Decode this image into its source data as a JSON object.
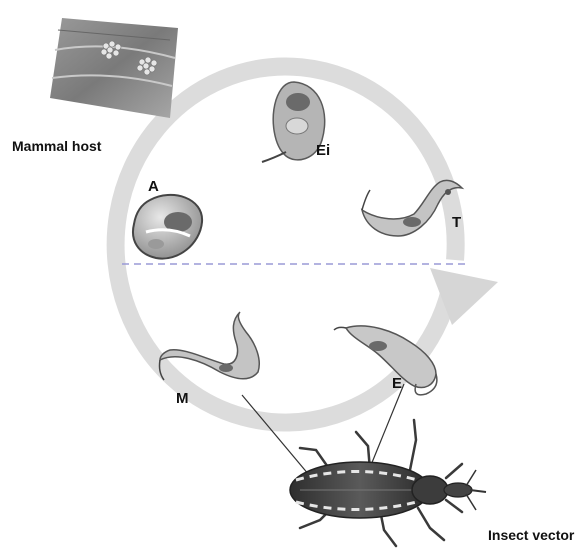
{
  "labels": {
    "mammal_host": "Mammal host",
    "insect_vector": "Insect vector",
    "stage_ei": "Ei",
    "stage_a": "A",
    "stage_t": "T",
    "stage_m": "M",
    "stage_e": "E"
  },
  "colors": {
    "cycle_arrow": "#d9d9d9",
    "divider": "#9a9ad6",
    "tissue": "#8a8a8a",
    "parasite_body": "#bdbdbd",
    "nucleus": "#6e6e6e",
    "bug_body": "#4a4a4a"
  },
  "icons": {
    "tissue": "muscle-tissue-icon",
    "bug": "triatomine-bug-icon"
  }
}
